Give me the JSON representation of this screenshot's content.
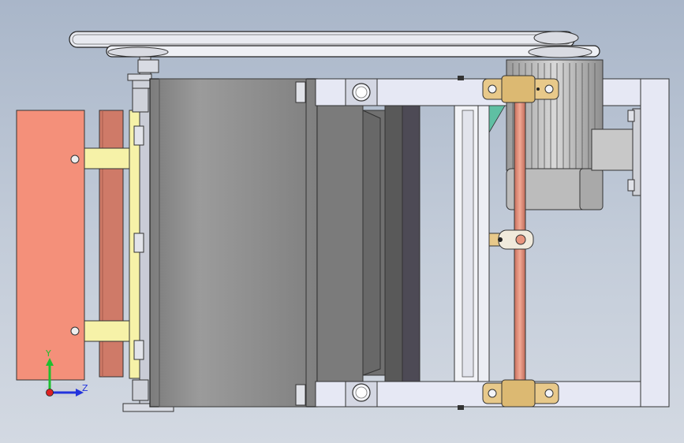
{
  "view": {
    "type": "CAD assembly side view",
    "background_top": "#a9b6c9",
    "background_bottom": "#d3d9e2"
  },
  "triad": {
    "y_label": "Y",
    "z_label": "Z",
    "y_color": "#1fbf2f",
    "z_color": "#2233dd",
    "x_color": "#dd2222"
  },
  "colors": {
    "salmon_block": "#f4907a",
    "salmon_bar": "#cf7a68",
    "yellow_part": "#f6f2a8",
    "housing_gray": "#8a8a8a",
    "frame_light": "#e6e8f4",
    "motor_gray": "#bcbcbc",
    "shaft_orange": "#e8957e",
    "clamp_gold": "#e8c98a",
    "accent_teal": "#5fbfa3"
  },
  "icons": [
    "coordinate-triad-icon"
  ]
}
